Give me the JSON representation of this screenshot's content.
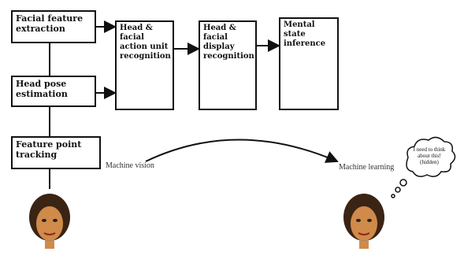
{
  "nodes": {
    "facial_feature_extraction": "Facial feature extraction",
    "head_pose_estimation": "Head pose estimation",
    "feature_point_tracking": "Feature point tracking",
    "head_facial_action_unit": "Head & facial action unit recognition",
    "head_facial_display": "Head & facial display recognition",
    "mental_state_inference": "Mental state inference"
  },
  "labels": {
    "machine_vision": "Machine vision",
    "machine_learning": "Machine learning"
  },
  "thought_bubble": {
    "text": "I need to think about this! (hidden)"
  },
  "colors": {
    "stroke": "#111111",
    "skin": "#d08a4a",
    "hair": "#3a2414"
  },
  "icons": {
    "action_unit": "grid-icon",
    "display": "chain-circles-icon",
    "inference": "tree-network-icon"
  }
}
